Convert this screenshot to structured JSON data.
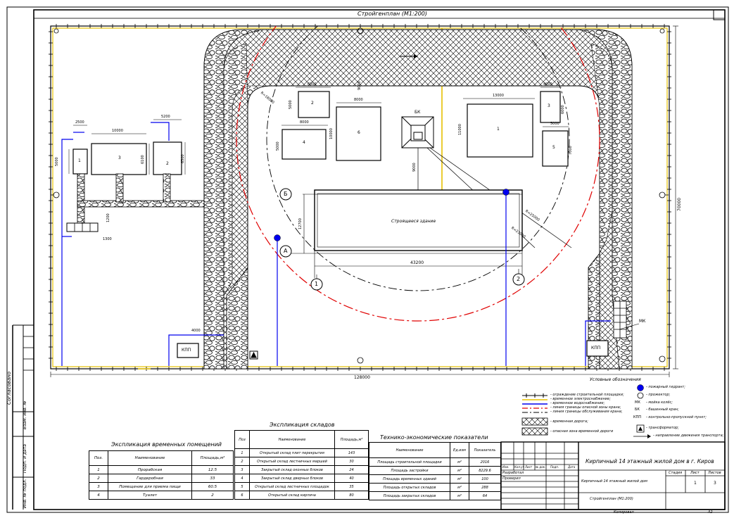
{
  "drawing": {
    "title": "Стройгенплан (М1:200)",
    "stamp_side": "Согласовано"
  },
  "site": {
    "dim_width": "128000",
    "dim_height": "70000",
    "building_label": "Строящееся здание",
    "building_length": "43200",
    "building_depth": "12700",
    "crane_label": "БК",
    "crane_offset": "9000",
    "radius_1": "R=18000",
    "radius_2": "R=23000",
    "radius_3": "R=25000",
    "axis_a": "А",
    "axis_b": "Б",
    "axis_1": "1",
    "axis_2": "2",
    "gate_left": "КПП",
    "gate_right": "КПП",
    "mk_label": "МК",
    "dim_4000": "4000",
    "dim_1200": "1200",
    "dim_1300": "1300"
  },
  "warehouses": [
    {
      "num": "1",
      "w": "13000",
      "h": "11000"
    },
    {
      "num": "2",
      "w": "6000",
      "h": "5000"
    },
    {
      "num": "3",
      "w": "4000",
      "h": "6000"
    },
    {
      "num": "4",
      "w": "8000",
      "h": "5000"
    },
    {
      "num": "5",
      "w": "5000",
      "h": "7000"
    },
    {
      "num": "6",
      "w": "8000",
      "h": "10000"
    }
  ],
  "temp_buildings": [
    {
      "num": "1",
      "w": "2500",
      "h": "5000"
    },
    {
      "num": "3",
      "w": "10000",
      "h": "6100"
    },
    {
      "num": "2",
      "w": "5200",
      "h": "6500"
    }
  ],
  "legend": {
    "title": "Условные обозначения",
    "items": [
      "- ограждение строительной площадки;",
      "- временное электроснабжение;",
      "- временное водоснабжение;",
      "- линия границы опасной зоны крана;",
      "- линия границы обслуживания крана;",
      "- временная дорога;",
      "- опасная зона временной дороги"
    ],
    "items_right": [
      "- пожарный гидрант;",
      "- прожектор;",
      "- мойка колёс;",
      "- башенный кран;",
      "- контрольно-пропускной пункт;",
      "- трансформатор;",
      "- направление движения транспорта;"
    ],
    "codes": [
      "МК",
      "БК",
      "КПП"
    ]
  },
  "table_temp": {
    "title": "Экспликация временных помещений",
    "headers": [
      "Поз.",
      "Наименование",
      "Площадь,м²"
    ],
    "rows": [
      [
        "1",
        "Прорабская",
        "12.5"
      ],
      [
        "2",
        "Гардеробная",
        "33"
      ],
      [
        "3",
        "Помещение для приема пищи",
        "60.5"
      ],
      [
        "4",
        "Туалет",
        "2"
      ]
    ]
  },
  "table_store": {
    "title": "Экспликация складов",
    "headers": [
      "Поз",
      "Наименование",
      "Площадь,м²"
    ],
    "rows": [
      [
        "1",
        "Открытый склад плит перекрытия",
        "143"
      ],
      [
        "2",
        "Открытый склад лестничных маршей",
        "30"
      ],
      [
        "3",
        "Закрытый склад оконных блоков",
        "24"
      ],
      [
        "4",
        "Закрытый склад дверных блоков",
        "40"
      ],
      [
        "5",
        "Открытый склад лестничных площадок",
        "35"
      ],
      [
        "6",
        "Открытый склад кирпича",
        "80"
      ]
    ]
  },
  "table_tep": {
    "title": "Технико-экономические показатели",
    "headers": [
      "Наименование",
      "Ед.изм",
      "Показатель"
    ],
    "rows": [
      [
        "Площадь строительной площадки",
        "м²",
        "2016"
      ],
      [
        "Площадь застройки",
        "м²",
        "8229.6"
      ],
      [
        "Площадь временных зданий",
        "м²",
        "100"
      ],
      [
        "Площадь открытых складов",
        "м²",
        "288"
      ],
      [
        "Площадь закрытых складов",
        "м²",
        "64"
      ]
    ]
  },
  "stamp": {
    "cols": [
      "Изм.",
      "Кол.уч",
      "Лист",
      "№ док.",
      "Подп.",
      "Дата"
    ],
    "developer": "Разработал",
    "checker": "Проверил",
    "project_title": "Кирпичный 14 этажный жилой дом в г. Киров",
    "sheet_title": "Кирпичный 14 этажный жилой дом",
    "stage_h": "Стадия",
    "sheet_h": "Лист",
    "sheets_h": "Листов",
    "sheet_no": "1",
    "sheets_no": "3",
    "drawing_name": "Стройгенплан (М1:200)",
    "copied": "Копировал",
    "format": "А2"
  },
  "sidebar": [
    "Взам. инв. №",
    "Подп. и дата",
    "Инв. № подл."
  ],
  "colors": {
    "fence": "#000000",
    "power": "#e6c000",
    "water": "#0000ee",
    "danger": "#e00000",
    "road": "#000000"
  }
}
